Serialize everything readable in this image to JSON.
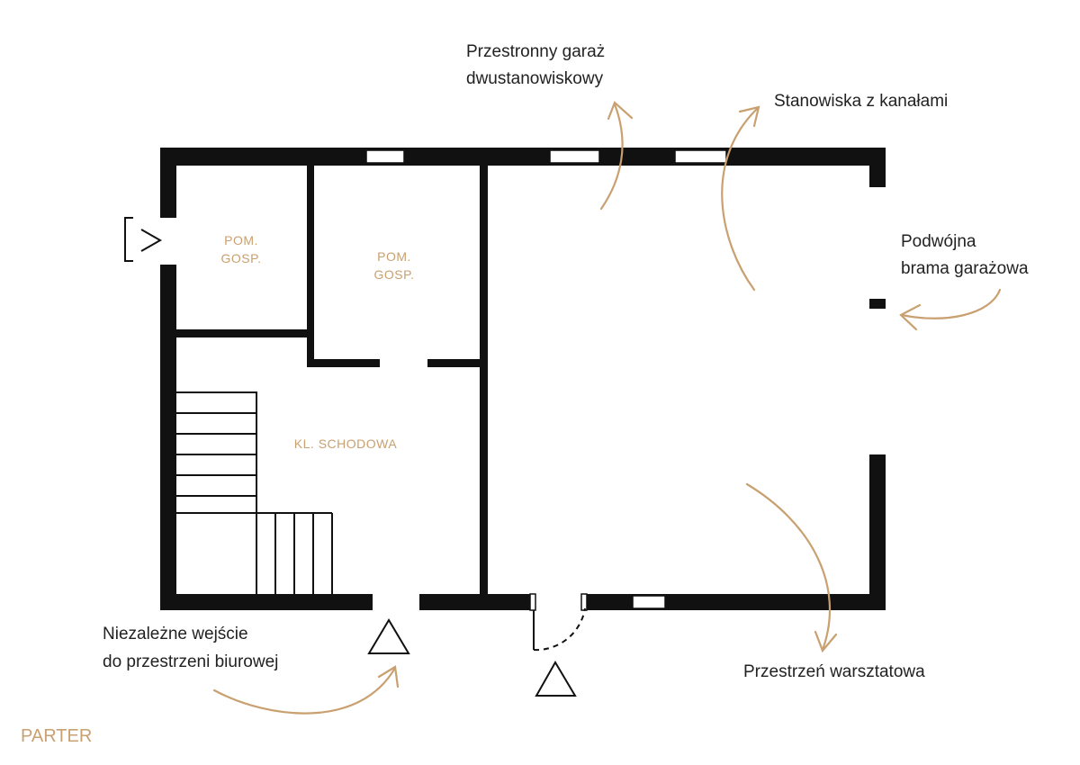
{
  "colors": {
    "wall": "#111111",
    "accent": "#c9a070",
    "text": "#222222",
    "background": "#ffffff"
  },
  "floor_label": "PARTER",
  "rooms": {
    "utility_1": {
      "line1": "POM.",
      "line2": "GOSP."
    },
    "utility_2": {
      "line1": "POM.",
      "line2": "GOSP."
    },
    "staircase": "KL. SCHODOWA"
  },
  "annotations": {
    "garage": {
      "line1": "Przestronny garaż",
      "line2": "dwustanowiskowy"
    },
    "pits": "Stanowiska z kanałami",
    "gate": {
      "line1": "Podwójna",
      "line2": "brama garażowa"
    },
    "office_entrance": {
      "line1": "Niezależne wejście",
      "line2": "do przestrzeni biurowej"
    },
    "workshop": "Przestrzeń warsztatowa"
  }
}
